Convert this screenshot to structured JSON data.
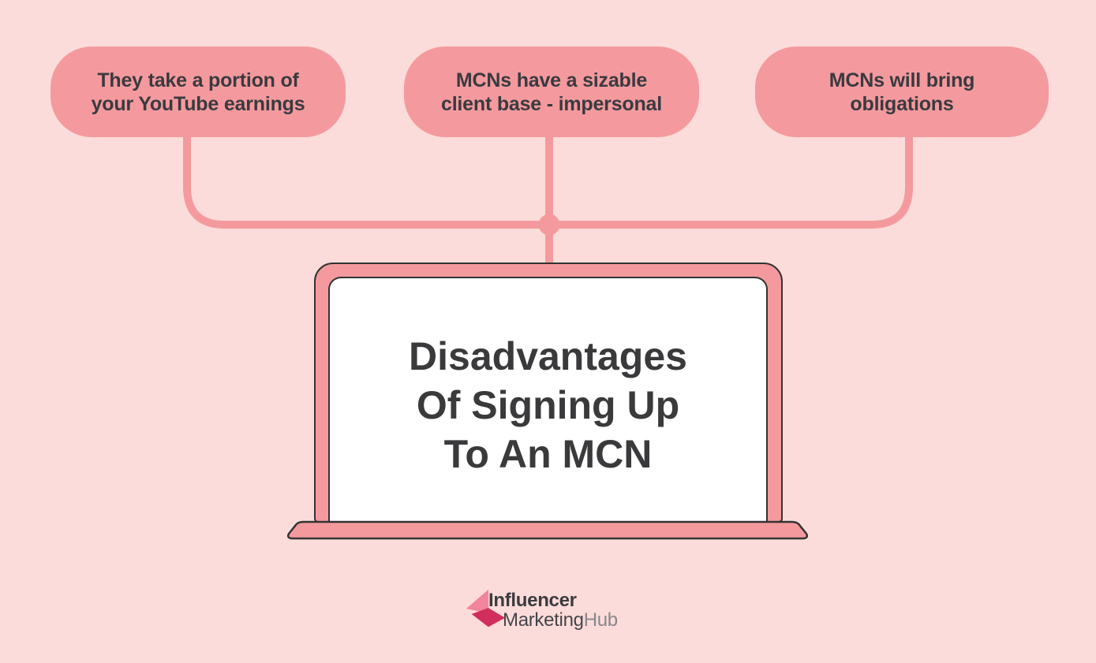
{
  "colors": {
    "background": "#fcdcda",
    "accent": "#f49a9e",
    "outline": "#333333",
    "text_dark": "#3a3a40",
    "screen_white": "#ffffff",
    "logo_pink_light": "#f2849b",
    "logo_pink_dark": "#d12d5d",
    "logo_text_primary": "#3b3b40",
    "logo_text_secondary": "#87878d"
  },
  "bubbles": [
    {
      "lines": [
        "They take a portion of",
        "your YouTube earnings"
      ]
    },
    {
      "lines": [
        "MCNs have a sizable",
        "client base - impersonal"
      ]
    },
    {
      "lines": [
        "MCNs will bring",
        "obligations"
      ]
    }
  ],
  "laptop": {
    "title_lines": [
      "Disadvantages",
      "Of Signing Up",
      "To An MCN"
    ]
  },
  "logo": {
    "top": "Influencer",
    "bottom_primary": "Marketing",
    "bottom_secondary": "Hub",
    "icon": "left-arrow-fold-icon"
  }
}
